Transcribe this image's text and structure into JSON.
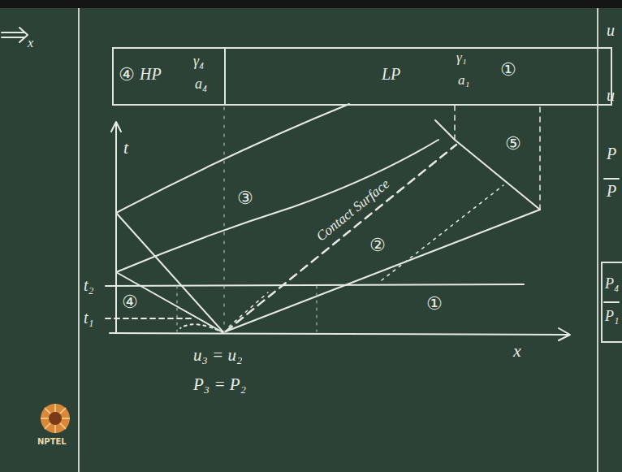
{
  "diagram": {
    "nodes": [
      {
        "text": [
          "④",
          "HP",
          "γ₄",
          "a₄"
        ]
      },
      {
        "text": [
          "LP",
          "γ₁",
          "a₁",
          "①"
        ]
      },
      {
        "text": [
          "P₄",
          "P₁"
        ]
      }
    ],
    "labels": [
      "x",
      "t",
      "t₂",
      "t₁",
      "④",
      "③",
      "②",
      "①",
      "⑤",
      "Contact Surface",
      "x",
      "u₃ = u₂",
      "P₃ = P₂",
      "u",
      "u",
      "P",
      "P",
      "NPTEL"
    ]
  }
}
